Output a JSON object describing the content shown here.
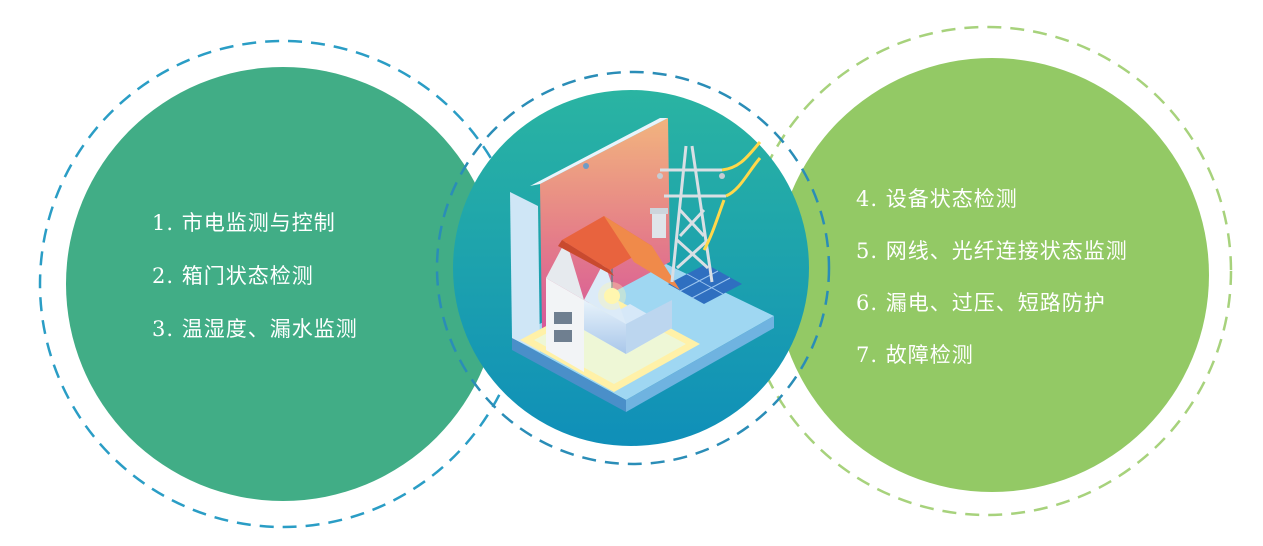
{
  "colors": {
    "left_circle": "#41ad86",
    "right_circle": "#93c965",
    "left_dash": "#2a9dc5",
    "right_dash": "#a7d27c",
    "center_gradient_top": "#2ab4a2",
    "center_gradient_bottom": "#0f8fb9"
  },
  "left_panel": {
    "items": [
      {
        "label": "1. 市电监测与控制"
      },
      {
        "label": "2. 箱门状态检测"
      },
      {
        "label": "3. 温湿度、漏水监测"
      }
    ]
  },
  "right_panel": {
    "items": [
      {
        "label": "4. 设备状态检测"
      },
      {
        "label": "5. 网线、光纤连接状态监测"
      },
      {
        "label": "6. 漏电、过压、短路防护"
      },
      {
        "label": "7. 故障检测"
      }
    ]
  },
  "center_illustration": {
    "icon": "smart-house-power-tower-icon"
  }
}
